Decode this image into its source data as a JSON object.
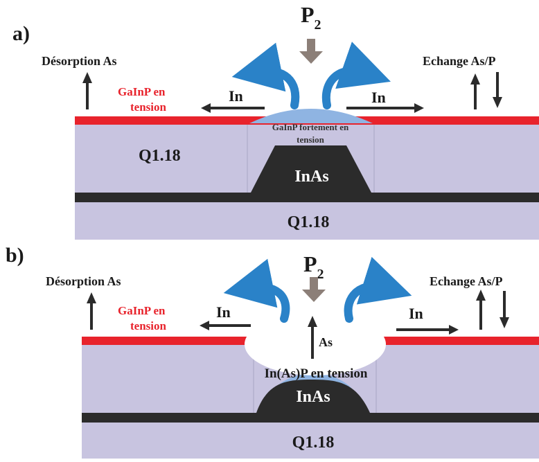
{
  "colors": {
    "substrate": "#c8c4e0",
    "strained_layer_red": "#e8232c",
    "dark_layer": "#2b2b2b",
    "cap_blue": "#8fb4e2",
    "curved_arrow_blue": "#2a82c8",
    "p2_arrow": "#8c7f78",
    "arrow_dark": "#2b2b2b",
    "label_red": "#e8232c"
  },
  "panel_a": {
    "letter": "a)",
    "p2_main": "P",
    "p2_sub": "2",
    "desorption_label": "Désorption As",
    "exchange_label": "Echange As/P",
    "gainp_label_line1": "GaInP en",
    "gainp_label_line2": "tension",
    "in_left": "In",
    "in_right": "In",
    "cap_label_line1": "GaInP fortement en",
    "cap_label_line2": "tension",
    "q_upper": "Q1.18",
    "dot_label": "InAs",
    "q_lower": "Q1.18"
  },
  "panel_b": {
    "letter": "b)",
    "p2_main": "P",
    "p2_sub": "2",
    "desorption_label": "Désorption As",
    "exchange_label": "Echange As/P",
    "gainp_label_line1": "GaInP en",
    "gainp_label_line2": "tension",
    "in_left": "In",
    "in_right": "In",
    "as_label": "As",
    "cap_label": "In(As)P en tension",
    "dot_label": "InAs",
    "q_lower": "Q1.18"
  }
}
